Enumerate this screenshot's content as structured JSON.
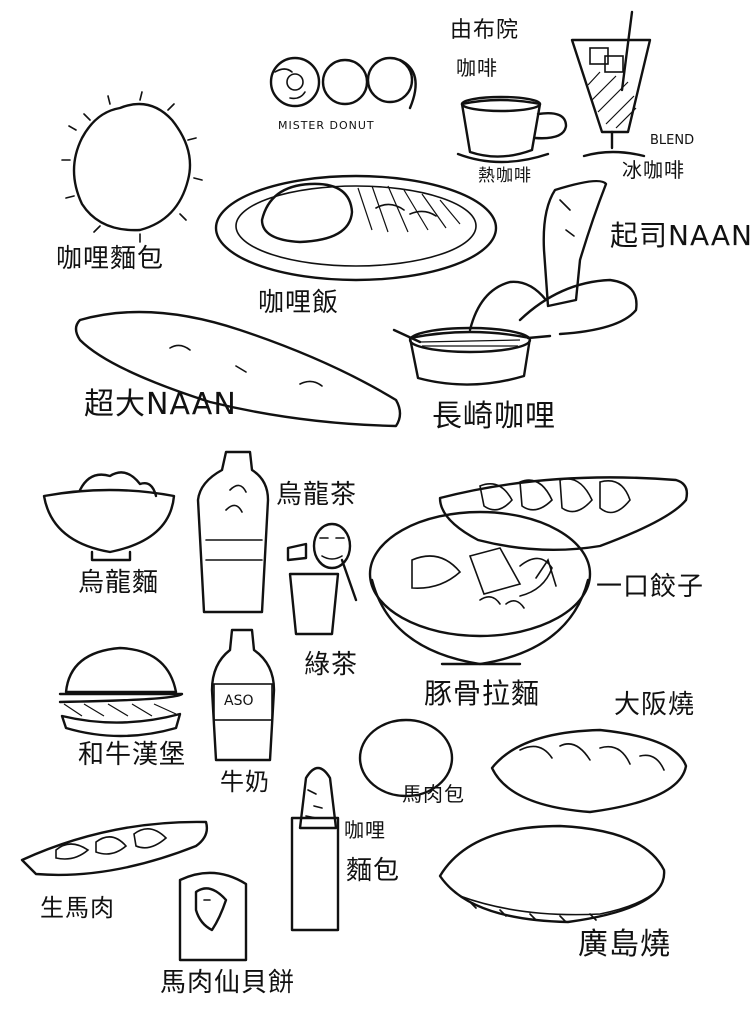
{
  "labels": {
    "mister_donut": "MISTER DONUT",
    "cafe_name_top": "由布院",
    "cafe_name_bottom": "咖啡",
    "hot_coffee": "熱咖啡",
    "blend": "BLEND",
    "iced_coffee": "冰咖啡",
    "curry_bread_top": "咖哩麵包",
    "curry_rice": "咖哩飯",
    "cheese_naan": "起司NAAN",
    "super_big_naan": "超大NAAN",
    "nagasaki_curry": "長崎咖哩",
    "oolong_noodle": "烏龍麵",
    "oolong_tea": "烏龍茶",
    "one_bite_gyoza": "一口餃子",
    "green_tea": "綠茶",
    "tonkotsu_ramen": "豚骨拉麵",
    "wagyu_burger": "和牛漢堡",
    "aso_bottle": "ASO",
    "milk": "牛奶",
    "horse_bun": "馬肉包",
    "osaka_yaki": "大阪燒",
    "curry_bread_stick_top": "咖哩",
    "curry_bread_stick_bottom": "麵包",
    "raw_horse_meat": "生馬肉",
    "horse_meat_cracker": "馬肉仙貝餅",
    "hiroshima_yaki": "廣島燒"
  }
}
